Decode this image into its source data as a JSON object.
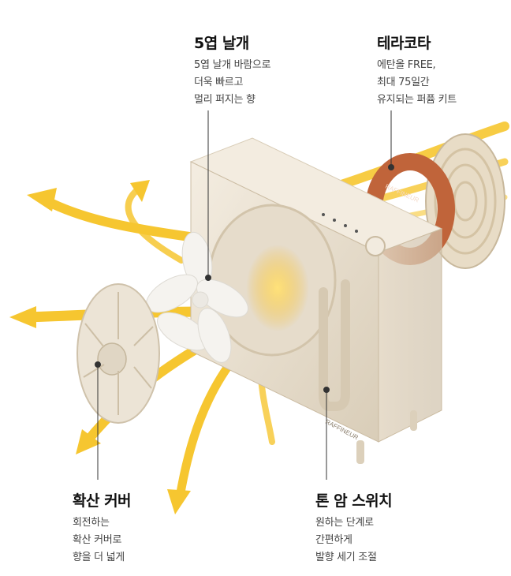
{
  "callouts": {
    "fan": {
      "title": "5엽 날개",
      "lines": [
        "5엽 날개 바람으로",
        "더욱 빠르고",
        "멀리 퍼지는 향"
      ]
    },
    "terracotta": {
      "title": "테라코타",
      "lines": [
        "에탄올 FREE,",
        "최대 75일간",
        "유지되는 퍼퓸 키트"
      ]
    },
    "cover": {
      "title": "확산 커버",
      "lines": [
        "회전하는",
        "확산 커버로",
        "향을 더 넓게"
      ]
    },
    "switch": {
      "title": "톤 암 스위치",
      "lines": [
        "원하는 단계로",
        "간편하게",
        "발향 세기 조절"
      ]
    }
  },
  "product": {
    "brand_front": "RAFFINEUR",
    "brand_ring": "RAFFINEUR"
  },
  "colors": {
    "airflow": "#f6c630",
    "device_body": "#ece3d3",
    "terracotta": "#c0643a",
    "leader_line": "#333333"
  }
}
